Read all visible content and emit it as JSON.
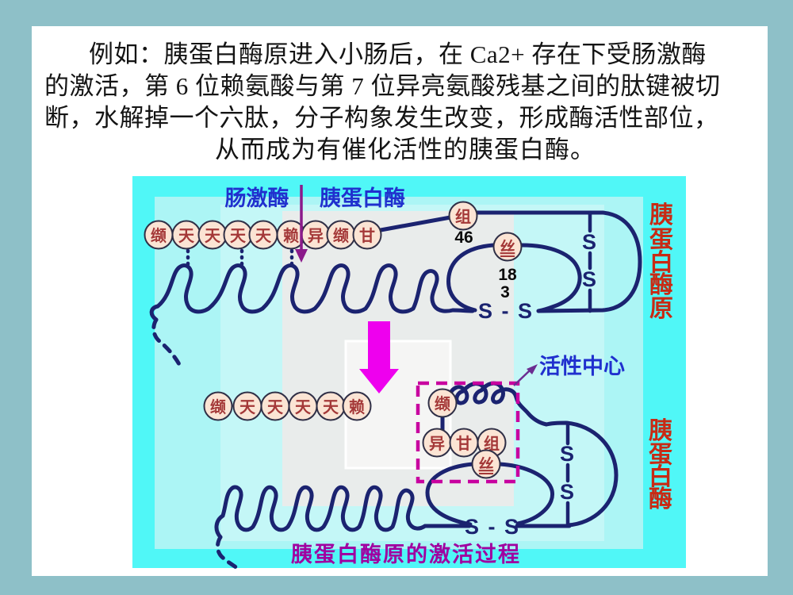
{
  "slide": {
    "paragraph_lines": [
      "例如：胰蛋白酶原进入小肠后，在 Ca2+ 存在下受肠激酶",
      "的激活，第 6 位赖氨酸与第 7 位异亮氨酸残基之间的肽键被切",
      "断，水解掉一个六肽，分子构象发生改变，形成酶活性部位，",
      "从而成为有催化活性的胰蛋白酶。"
    ]
  },
  "diagram": {
    "top_labels": {
      "enterokinase": "肠激酶",
      "trypsin": "胰蛋白酶"
    },
    "top_chain_residues": [
      "缬",
      "天",
      "天",
      "天",
      "天",
      "赖",
      "异",
      "缬",
      "甘"
    ],
    "his_residue": {
      "char": "组",
      "number": "46"
    },
    "ser_residue": {
      "char": "丝",
      "number_top": "18",
      "number_bottom": "3"
    },
    "hexapeptide_residues": [
      "缬",
      "天",
      "天",
      "天",
      "天",
      "赖"
    ],
    "active_site_residues": {
      "val": "缬",
      "ile": "异",
      "gly": "甘",
      "his": "组",
      "ser": "丝"
    },
    "active_center_label": "活性中心",
    "trypsinogen_chars": [
      "胰",
      "蛋",
      "白",
      "酶",
      "原"
    ],
    "trypsin_chars": [
      "胰",
      "蛋",
      "白",
      "酶"
    ],
    "s_letter": "S",
    "ss_bond": "S - S",
    "caption": "胰蛋白酶原的激活过程",
    "colors": {
      "slide_border": "#8EC0C8",
      "diagram_bg": "#50F7F7",
      "inner_bg": "#ACF5F5",
      "chain": "#1B2370",
      "residue_fill": "#FBE4D4",
      "residue_text": "#A43838",
      "label_blue": "#2030CE",
      "label_red": "#C82A14",
      "caption_purple": "#A000A0",
      "block_arrow": "#EE00EE",
      "cleave_arrow": "#8B1A8B",
      "dashed_box": "#C8009F"
    }
  }
}
